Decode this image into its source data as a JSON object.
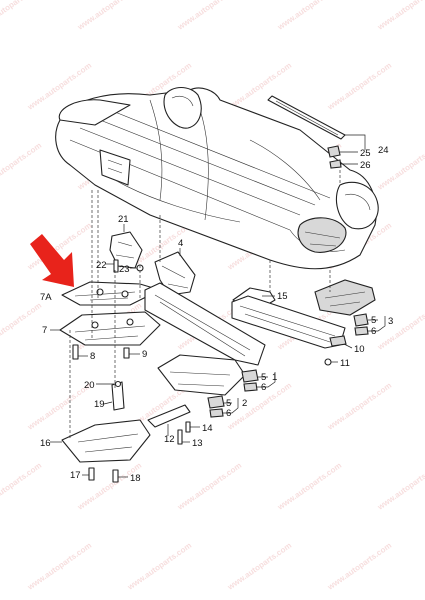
{
  "colors": {
    "arrow": "#e8231b",
    "line": "#222222",
    "watermark": "#e8a0a0"
  },
  "watermark": {
    "text": "www.autoparts.com"
  },
  "callouts": [
    {
      "id": "c1",
      "text": "1"
    },
    {
      "id": "c2",
      "text": "2"
    },
    {
      "id": "c3",
      "text": "3"
    },
    {
      "id": "c4",
      "text": "4"
    },
    {
      "id": "c5a",
      "text": "5"
    },
    {
      "id": "c5b",
      "text": "5"
    },
    {
      "id": "c5c",
      "text": "5"
    },
    {
      "id": "c6a",
      "text": "6"
    },
    {
      "id": "c6b",
      "text": "6"
    },
    {
      "id": "c6c",
      "text": "6"
    },
    {
      "id": "c7",
      "text": "7"
    },
    {
      "id": "c7a",
      "text": "7A"
    },
    {
      "id": "c8",
      "text": "8"
    },
    {
      "id": "c9",
      "text": "9"
    },
    {
      "id": "c10",
      "text": "10"
    },
    {
      "id": "c11",
      "text": "11"
    },
    {
      "id": "c12",
      "text": "12"
    },
    {
      "id": "c13",
      "text": "13"
    },
    {
      "id": "c14",
      "text": "14"
    },
    {
      "id": "c15",
      "text": "15"
    },
    {
      "id": "c16",
      "text": "16"
    },
    {
      "id": "c17",
      "text": "17"
    },
    {
      "id": "c18",
      "text": "18"
    },
    {
      "id": "c19",
      "text": "19"
    },
    {
      "id": "c20",
      "text": "20"
    },
    {
      "id": "c21",
      "text": "21"
    },
    {
      "id": "c22",
      "text": "22"
    },
    {
      "id": "c23",
      "text": "23"
    },
    {
      "id": "c24",
      "text": "24"
    },
    {
      "id": "c25",
      "text": "25"
    },
    {
      "id": "c26",
      "text": "26"
    }
  ]
}
